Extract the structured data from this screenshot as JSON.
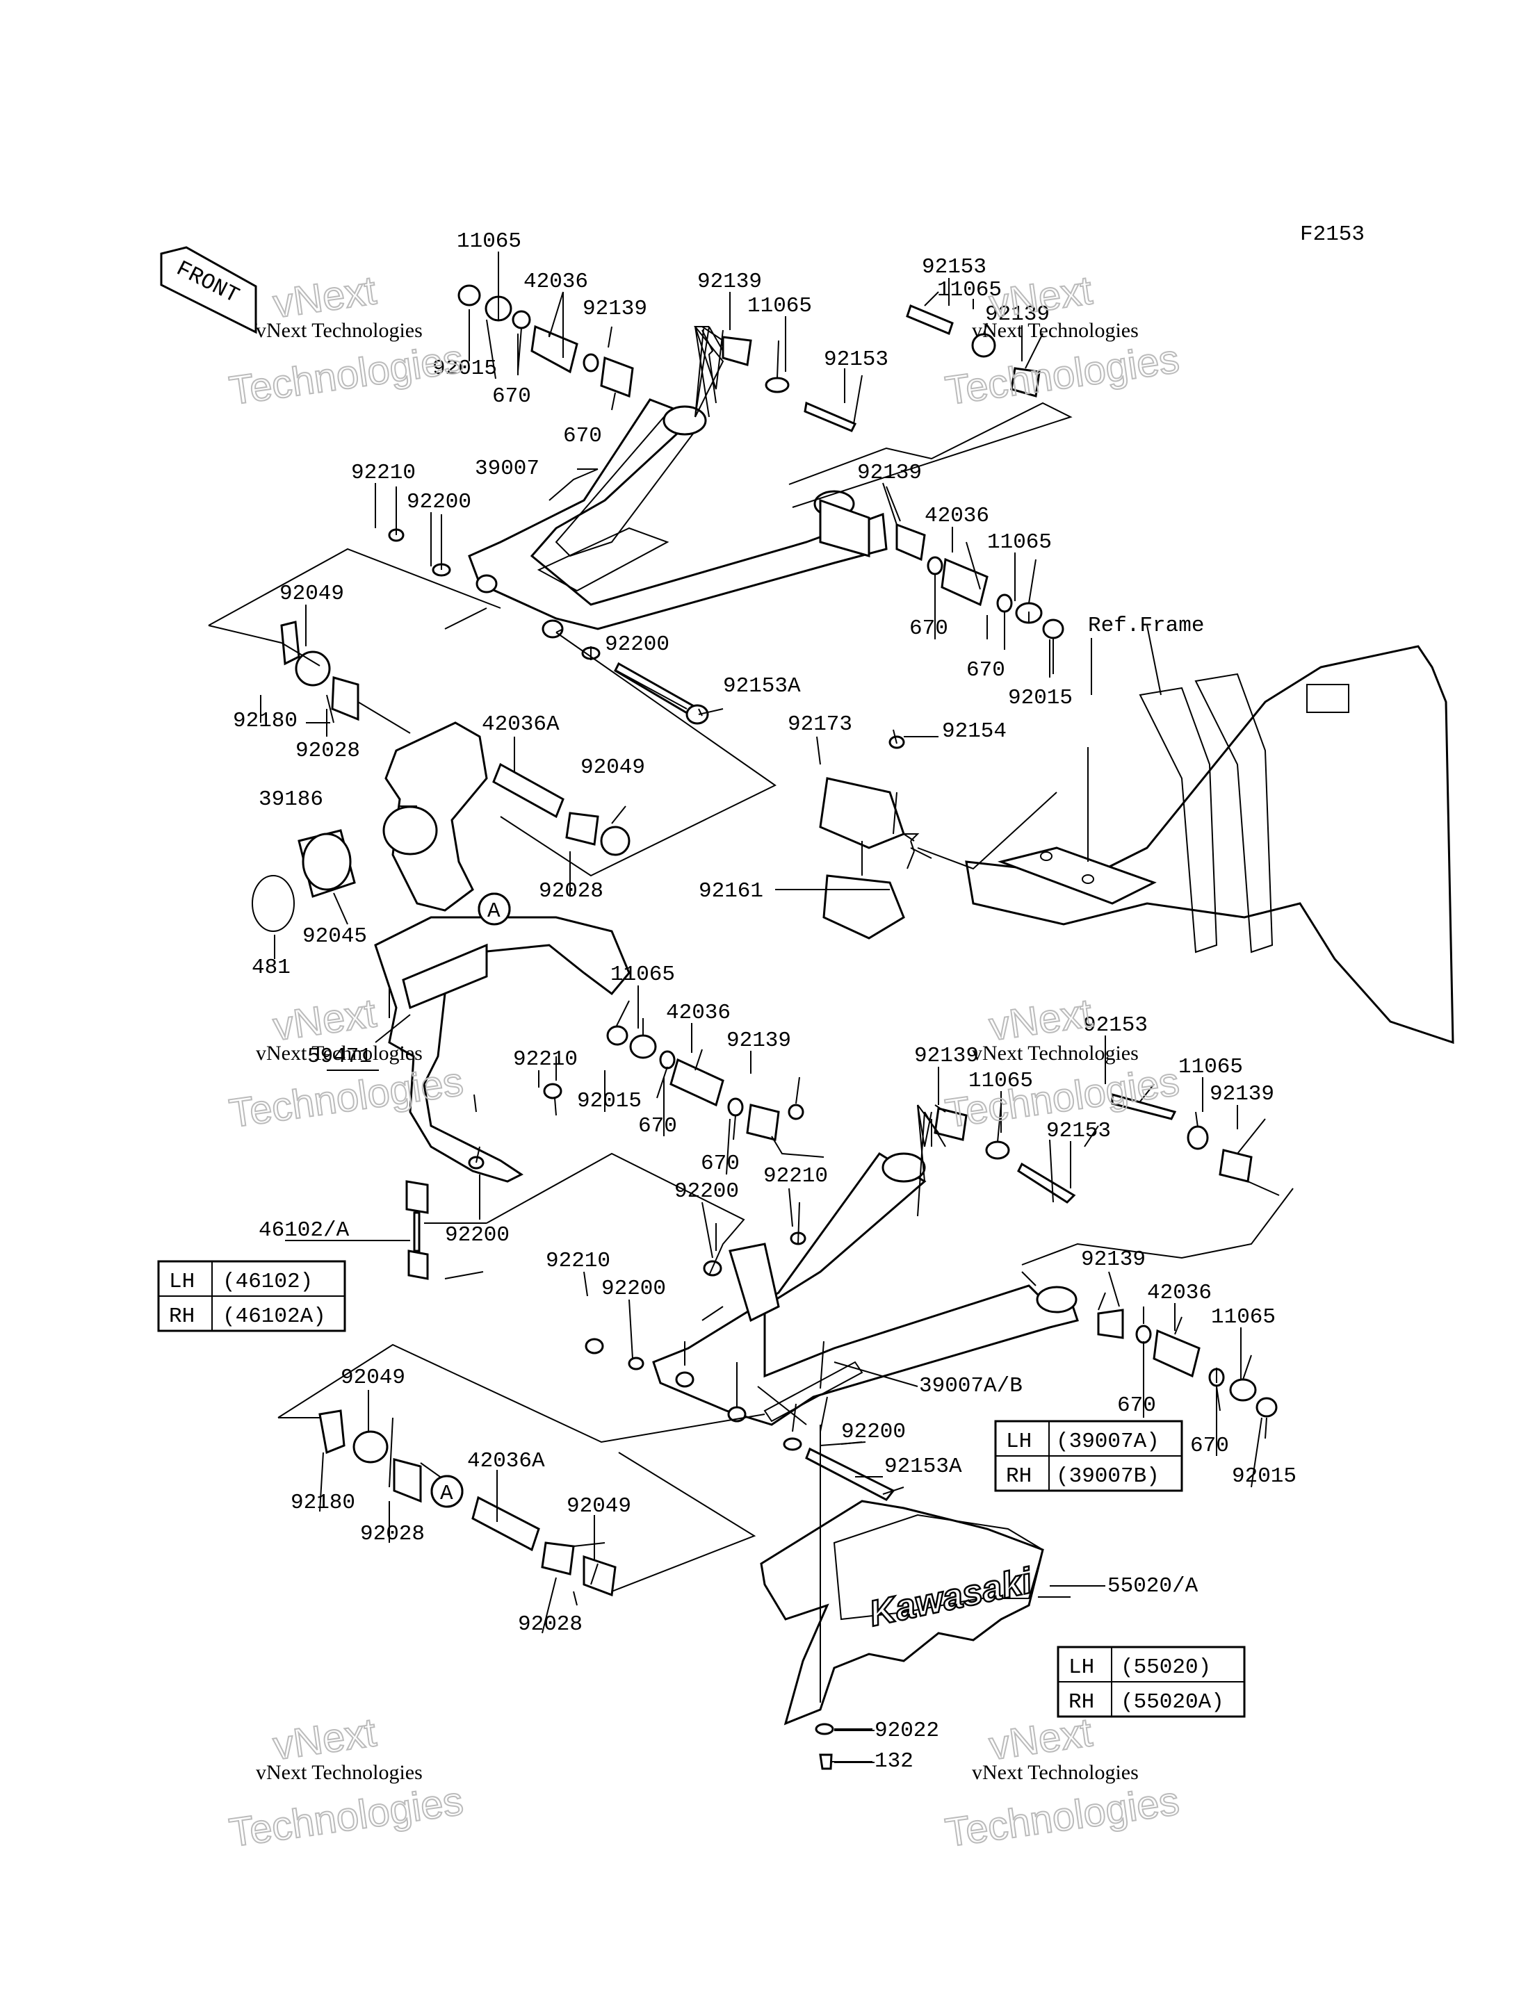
{
  "diagram_code": "F2153",
  "front_label": "FRONT",
  "ref_label": "Ref.Frame",
  "logo_text": "Kawasaki",
  "watermark": {
    "line1": "vNext Technologies",
    "outline_top": "vNext",
    "outline_bottom": "Technologies"
  },
  "callout_a": "A",
  "labels": [
    "11065",
    "92015",
    "670",
    "42036",
    "670",
    "92139",
    "92139",
    "11065",
    "92153",
    "11065",
    "92139",
    "92153",
    "39007",
    "92210",
    "92200",
    "92139",
    "42036",
    "11065",
    "670",
    "670",
    "92015",
    "92049",
    "92180",
    "92028",
    "92200",
    "92153A",
    "92173",
    "92154",
    "42036A",
    "92049",
    "39186",
    "92028",
    "92161",
    "92045",
    "481",
    "11065",
    "42036",
    "92139",
    "59471",
    "92210",
    "92015",
    "670",
    "670",
    "92139",
    "11065",
    "92153",
    "11065",
    "92139",
    "92153",
    "92200",
    "92210",
    "92200",
    "46102/A",
    "92210",
    "92200",
    "92139",
    "42036",
    "11065",
    "39007A/B",
    "670",
    "670",
    "92015",
    "92049",
    "92180",
    "92028",
    "42036A",
    "92049",
    "92028",
    "92200",
    "92153A",
    "55020/A",
    "92022",
    "132"
  ],
  "tables": [
    {
      "rows": [
        [
          "LH",
          "(46102)"
        ],
        [
          "RH",
          "(46102A)"
        ]
      ]
    },
    {
      "rows": [
        [
          "LH",
          "(39007A)"
        ],
        [
          "RH",
          "(39007B)"
        ]
      ]
    },
    {
      "rows": [
        [
          "LH",
          "(55020)"
        ],
        [
          "RH",
          "(55020A)"
        ]
      ]
    }
  ]
}
